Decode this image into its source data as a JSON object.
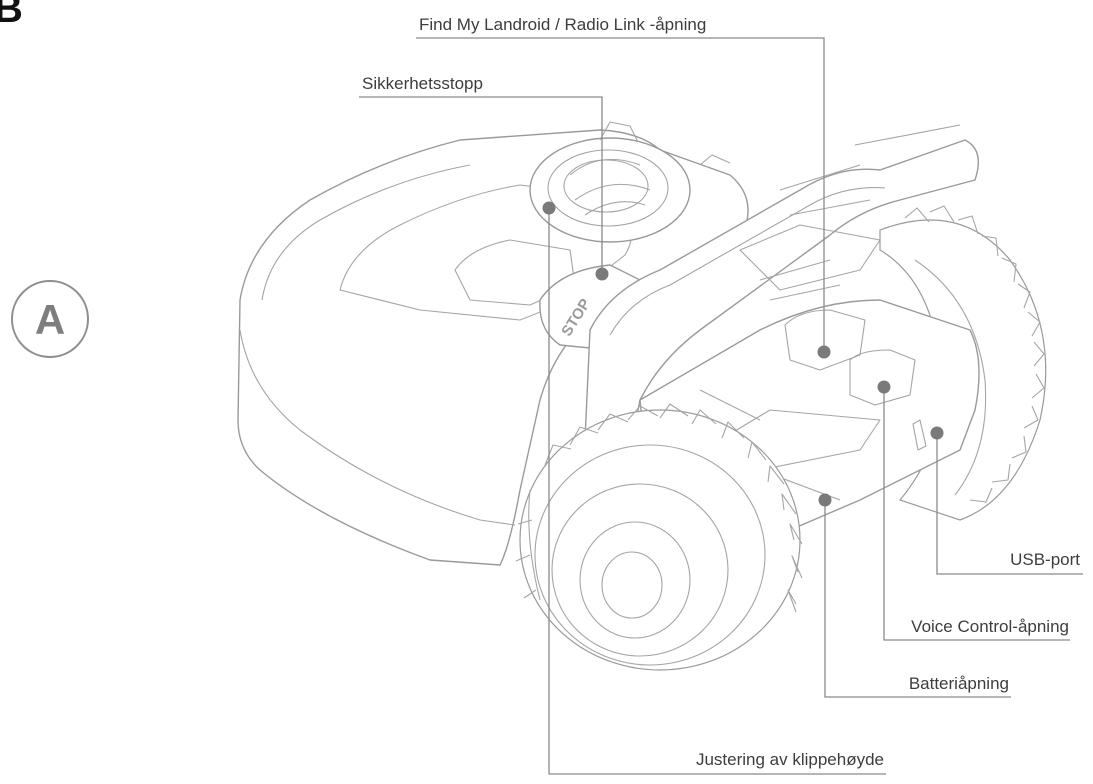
{
  "corner_label": "B",
  "view_badge": "A",
  "stop_button_text": "STOP",
  "callouts": {
    "find_my_landroid": "Find My Landroid / Radio Link -åpning",
    "safety_stop": "Sikkerhetsstopp",
    "usb_port": "USB-port",
    "voice_control": "Voice Control-åpning",
    "battery": "Batteriåpning",
    "cutting_height": "Justering av klippehøyde"
  },
  "colors": {
    "leader": "#8a8a8a",
    "text": "#3d3d3d",
    "outline": "#9a9a9a"
  }
}
